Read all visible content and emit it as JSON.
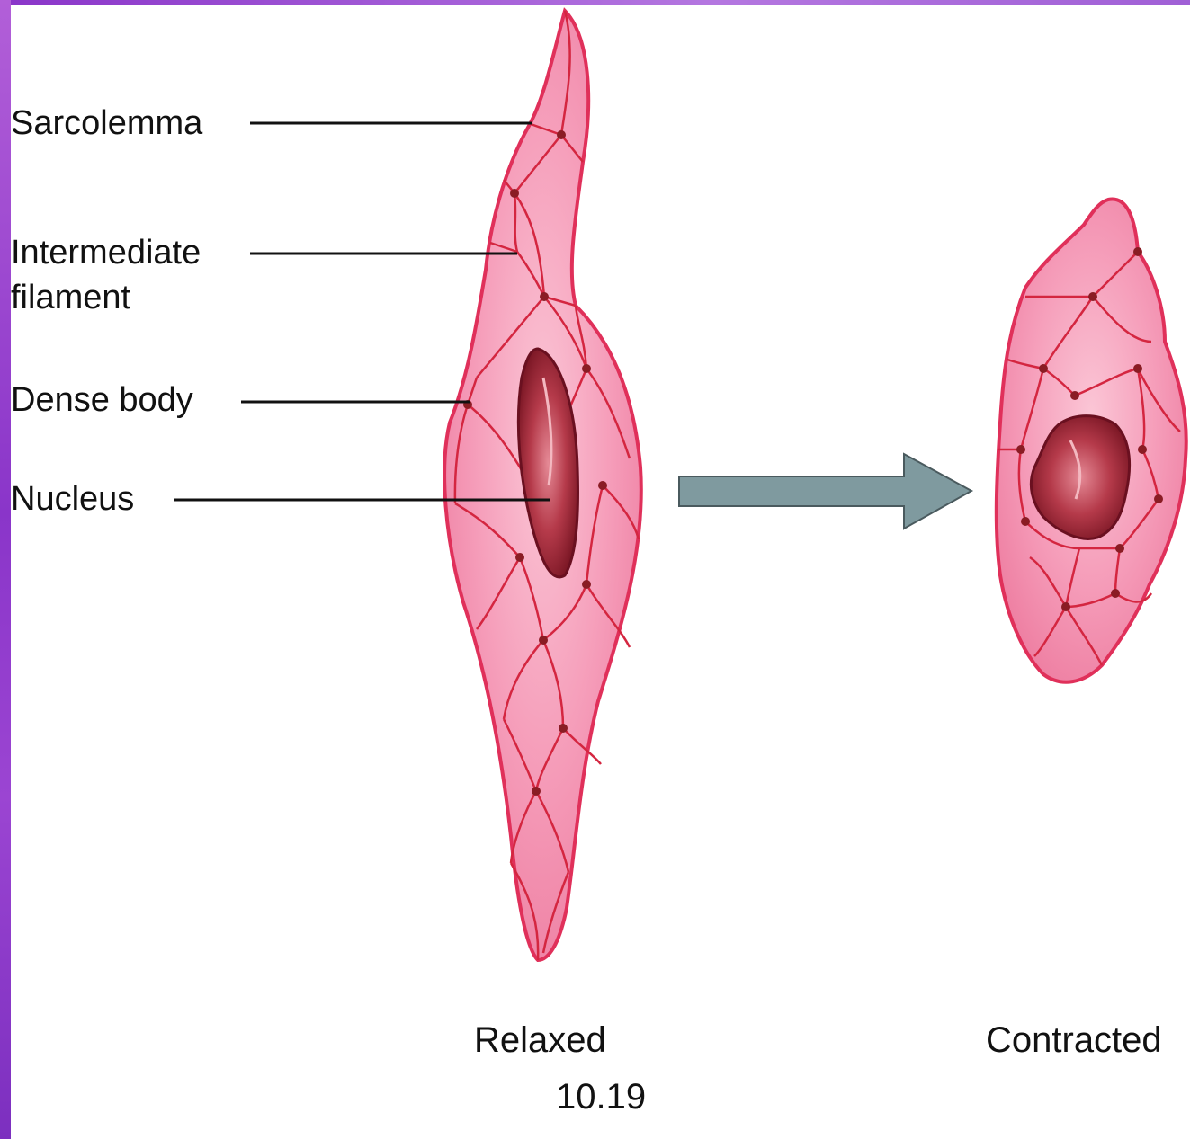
{
  "labels": {
    "sarcolemma": "Sarcolemma",
    "intermediate_filament_line1": "Intermediate",
    "intermediate_filament_line2": "filament",
    "dense_body": "Dense body",
    "nucleus": "Nucleus"
  },
  "states": {
    "relaxed": "Relaxed",
    "contracted": "Contracted"
  },
  "figure_number": "10.19",
  "colors": {
    "frame": "#8a35c9",
    "cell_fill": "#f59bb8",
    "cell_outline": "#e0305a",
    "filament": "#d42640",
    "dense_body": "#8a1c24",
    "nucleus": "#a8323f",
    "arrow": "#7f9a9f"
  }
}
